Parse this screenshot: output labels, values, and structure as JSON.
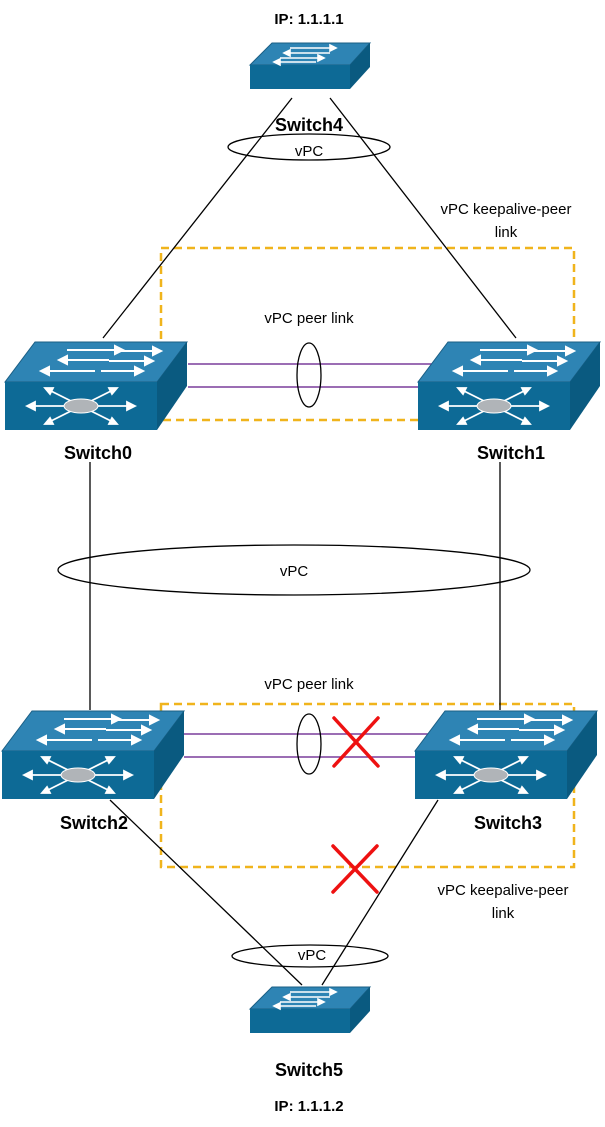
{
  "switches": {
    "s4": {
      "name": "Switch4",
      "ip": "IP: 1.1.1.1"
    },
    "s0": {
      "name": "Switch0"
    },
    "s1": {
      "name": "Switch1"
    },
    "s2": {
      "name": "Switch2"
    },
    "s3": {
      "name": "Switch3"
    },
    "s5": {
      "name": "Switch5",
      "ip": "IP: 1.1.1.2"
    }
  },
  "labels": {
    "vpc_top": "vPC",
    "vpc_middle": "vPC",
    "vpc_bottom": "vPC",
    "peer_link_top": "vPC peer link",
    "peer_link_bottom": "vPC peer link",
    "keepalive_top_line1": "vPC keepalive-peer",
    "keepalive_top_line2": "link",
    "keepalive_bottom_line1": "vPC keepalive-peer",
    "keepalive_bottom_line2": "link"
  },
  "colors": {
    "switch_top": "#2e84b4",
    "switch_front": "#0d6a96",
    "switch_side": "#0a5a80",
    "peer_link": "#7a3d9c",
    "keepalive": "#f0b41c",
    "failure_mark": "#ee1111"
  },
  "failures": {
    "bottom_peer_link": "failed",
    "bottom_keepalive": "failed"
  }
}
